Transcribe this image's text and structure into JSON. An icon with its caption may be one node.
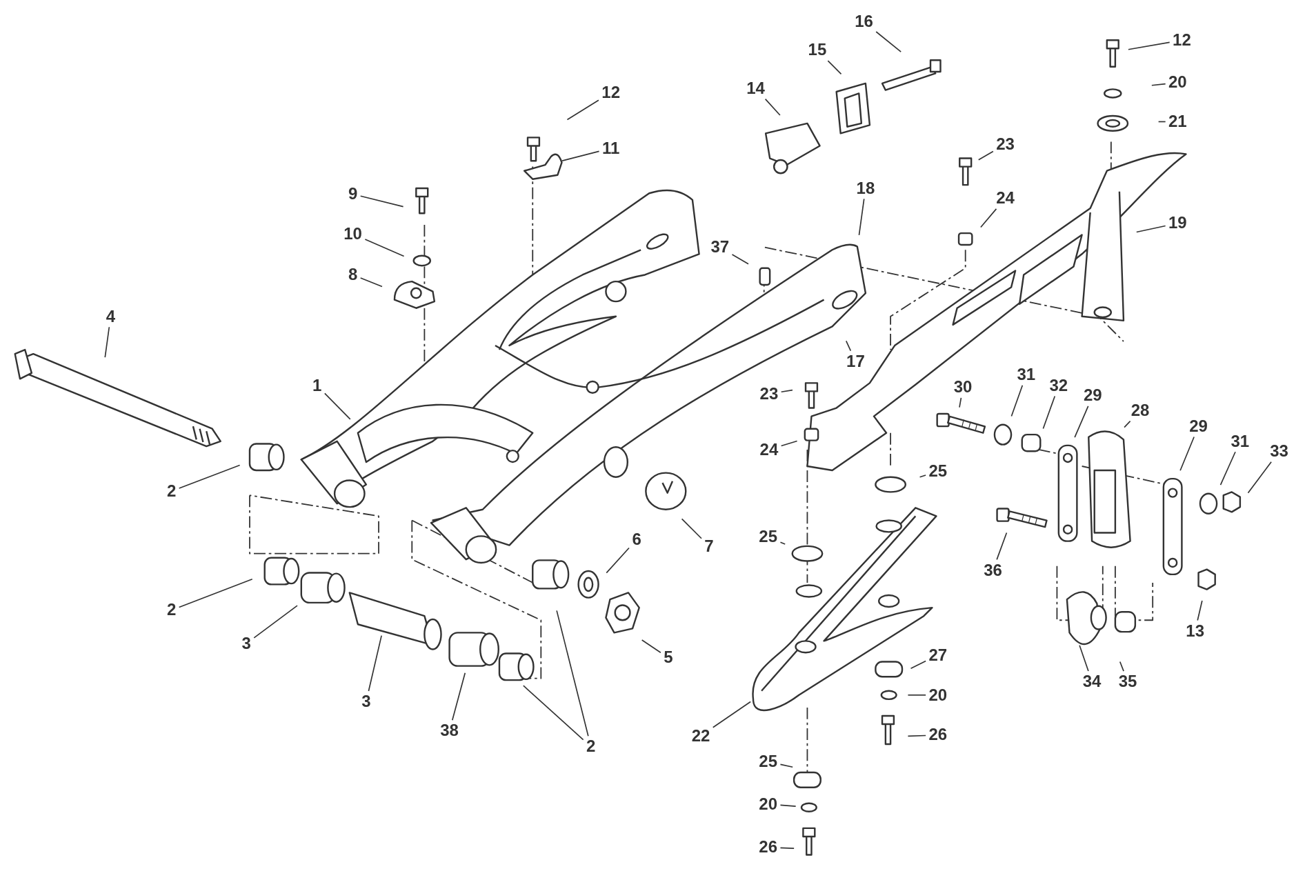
{
  "diagram": {
    "nodes": [
      {
        "text": [
          "16"
        ]
      },
      {
        "text": [
          "12"
        ]
      },
      {
        "text": [
          "15"
        ]
      },
      {
        "text": [
          "20"
        ]
      },
      {
        "text": [
          "14"
        ]
      },
      {
        "text": [
          "12"
        ]
      },
      {
        "text": [
          "21"
        ]
      },
      {
        "text": [
          "23"
        ]
      },
      {
        "text": [
          "11"
        ]
      },
      {
        "text": [
          "18"
        ]
      },
      {
        "text": [
          "9"
        ]
      },
      {
        "text": [
          "24"
        ]
      },
      {
        "text": [
          "19"
        ]
      },
      {
        "text": [
          "10"
        ]
      },
      {
        "text": [
          "37"
        ]
      },
      {
        "text": [
          "8"
        ]
      },
      {
        "text": [
          "4"
        ]
      },
      {
        "text": [
          "17"
        ]
      },
      {
        "text": [
          "1"
        ]
      },
      {
        "text": [
          "31"
        ]
      },
      {
        "text": [
          "32"
        ]
      },
      {
        "text": [
          "30"
        ]
      },
      {
        "text": [
          "23"
        ]
      },
      {
        "text": [
          "29"
        ]
      },
      {
        "text": [
          "28"
        ]
      },
      {
        "text": [
          "29"
        ]
      },
      {
        "text": [
          "31"
        ]
      },
      {
        "text": [
          "33"
        ]
      },
      {
        "text": [
          "24"
        ]
      },
      {
        "text": [
          "25"
        ]
      },
      {
        "text": [
          "2"
        ]
      },
      {
        "text": [
          "25"
        ]
      },
      {
        "text": [
          "6"
        ]
      },
      {
        "text": [
          "7"
        ]
      },
      {
        "text": [
          "36"
        ]
      },
      {
        "text": [
          "2"
        ]
      },
      {
        "text": [
          "13"
        ]
      },
      {
        "text": [
          "3"
        ]
      },
      {
        "text": [
          "27"
        ]
      },
      {
        "text": [
          "5"
        ]
      },
      {
        "text": [
          "34"
        ]
      },
      {
        "text": [
          "35"
        ]
      },
      {
        "text": [
          "20"
        ]
      },
      {
        "text": [
          "3"
        ]
      },
      {
        "text": [
          "38"
        ]
      },
      {
        "text": [
          "26"
        ]
      },
      {
        "text": [
          "22"
        ]
      },
      {
        "text": [
          "2"
        ]
      },
      {
        "text": [
          "25"
        ]
      },
      {
        "text": [
          "20"
        ]
      },
      {
        "text": [
          "26"
        ]
      }
    ],
    "edges": [
      {
        "from": 0,
        "to": null,
        "arrow": "none"
      },
      {
        "from": 1,
        "to": null,
        "arrow": "none"
      },
      {
        "from": 2,
        "to": null,
        "arrow": "none"
      },
      {
        "from": 3,
        "to": null,
        "arrow": "none"
      },
      {
        "from": 4,
        "to": null,
        "arrow": "none"
      },
      {
        "from": 5,
        "to": null,
        "arrow": "none"
      },
      {
        "from": 6,
        "to": null,
        "arrow": "none"
      },
      {
        "from": 7,
        "to": null,
        "arrow": "none"
      },
      {
        "from": 8,
        "to": null,
        "arrow": "none"
      },
      {
        "from": 9,
        "to": null,
        "arrow": "none"
      },
      {
        "from": 10,
        "to": null,
        "arrow": "none"
      },
      {
        "from": 11,
        "to": null,
        "arrow": "none"
      },
      {
        "from": 12,
        "to": null,
        "arrow": "none"
      },
      {
        "from": 13,
        "to": null,
        "arrow": "none"
      },
      {
        "from": 14,
        "to": null,
        "arrow": "none"
      },
      {
        "from": 15,
        "to": null,
        "arrow": "none"
      },
      {
        "from": 16,
        "to": null,
        "arrow": "none"
      },
      {
        "from": 17,
        "to": null,
        "arrow": "none"
      },
      {
        "from": 18,
        "to": null,
        "arrow": "none"
      },
      {
        "from": 19,
        "to": null,
        "arrow": "none"
      },
      {
        "from": 20,
        "to": null,
        "arrow": "none"
      },
      {
        "from": 21,
        "to": null,
        "arrow": "none"
      },
      {
        "from": 22,
        "to": null,
        "arrow": "none"
      },
      {
        "from": 23,
        "to": null,
        "arrow": "none"
      },
      {
        "from": 24,
        "to": null,
        "arrow": "none"
      },
      {
        "from": 25,
        "to": null,
        "arrow": "none"
      },
      {
        "from": 26,
        "to": null,
        "arrow": "none"
      },
      {
        "from": 27,
        "to": null,
        "arrow": "none"
      },
      {
        "from": 28,
        "to": null,
        "arrow": "none"
      },
      {
        "from": 29,
        "to": null,
        "arrow": "none"
      },
      {
        "from": 30,
        "to": null,
        "arrow": "none"
      },
      {
        "from": 31,
        "to": null,
        "arrow": "none"
      },
      {
        "from": 32,
        "to": null,
        "arrow": "none"
      },
      {
        "from": 33,
        "to": null,
        "arrow": "none"
      },
      {
        "from": 34,
        "to": null,
        "arrow": "none"
      },
      {
        "from": 35,
        "to": null,
        "arrow": "none"
      },
      {
        "from": 36,
        "to": null,
        "arrow": "none"
      },
      {
        "from": 37,
        "to": null,
        "arrow": "none"
      },
      {
        "from": 38,
        "to": null,
        "arrow": "none"
      },
      {
        "from": 39,
        "to": null,
        "arrow": "none"
      },
      {
        "from": 40,
        "to": null,
        "arrow": "none"
      },
      {
        "from": 41,
        "to": null,
        "arrow": "none"
      },
      {
        "from": 42,
        "to": null,
        "arrow": "none"
      },
      {
        "from": 43,
        "to": null,
        "arrow": "none"
      },
      {
        "from": 44,
        "to": null,
        "arrow": "none"
      },
      {
        "from": 45,
        "to": null,
        "arrow": "none"
      },
      {
        "from": 46,
        "to": null,
        "arrow": "none"
      },
      {
        "from": 47,
        "to": null,
        "arrow": "none"
      },
      {
        "from": 47,
        "to": null,
        "arrow": "none"
      },
      {
        "from": 48,
        "to": null,
        "arrow": "none"
      },
      {
        "from": 49,
        "to": null,
        "arrow": "none"
      },
      {
        "from": 50,
        "to": null,
        "arrow": "none"
      }
    ]
  }
}
